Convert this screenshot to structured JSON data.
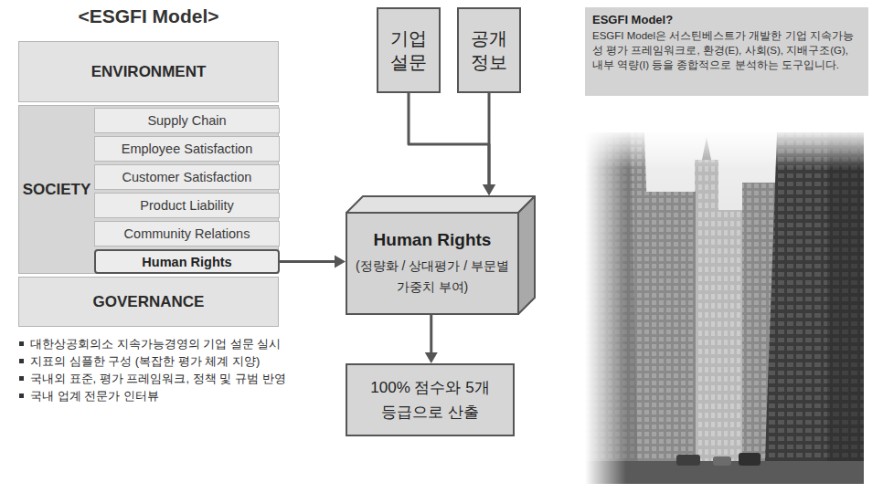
{
  "diagram": {
    "title": "<ESGFI Model>",
    "nodes": [
      {
        "text": [
          "ENVIRONMENT"
        ]
      },
      {
        "text": [
          "SOCIETY"
        ]
      },
      {
        "text": [
          "Supply Chain"
        ],
        "in": 1
      },
      {
        "text": [
          "Employee Satisfaction"
        ],
        "in": 1
      },
      {
        "text": [
          "Customer Satisfaction"
        ],
        "in": 1
      },
      {
        "text": [
          "Product Liability"
        ],
        "in": 1
      },
      {
        "text": [
          "Community Relations"
        ],
        "in": 1
      },
      {
        "text": [
          "Human Rights"
        ],
        "in": 1
      },
      {
        "text": [
          "GOVERNANCE"
        ]
      },
      {
        "text": [
          "기업 설문"
        ]
      },
      {
        "text": [
          "공개 정보"
        ]
      },
      {
        "text": [
          "Human Rights",
          "(정량화 / 상대평가 / 부문별 가중치 부여)"
        ]
      },
      {
        "text": [
          "100% 점수와 5개 등급으로 산출"
        ]
      },
      {
        "text": [
          "ESGFI Model?",
          "ESGFI Model은 서스틴베스트가 개발한 기업 지속가능성 평가 프레임워크로, 환경(E), 사회(S), 지배구조(G), 내부 역량(I) 등을 종합적으로 분석하는 도구입니다."
        ]
      }
    ],
    "edges": [
      {
        "from": 9,
        "to": 11,
        "arrow": "to"
      },
      {
        "from": 10,
        "to": 11,
        "arrow": "to"
      },
      {
        "from": 7,
        "to": 11,
        "arrow": "to"
      },
      {
        "from": 11,
        "to": 12,
        "arrow": "to"
      }
    ],
    "labels": [
      "대한상공회의소 지속가능경영의 기업 설문 실시",
      "지표의 심플한 구성 (복잡한 평가 체계 지양)",
      "국내외 표준, 평가 프레임워크, 정책 및 규범 반영",
      "국내 업계 전문가 인터뷰"
    ]
  }
}
